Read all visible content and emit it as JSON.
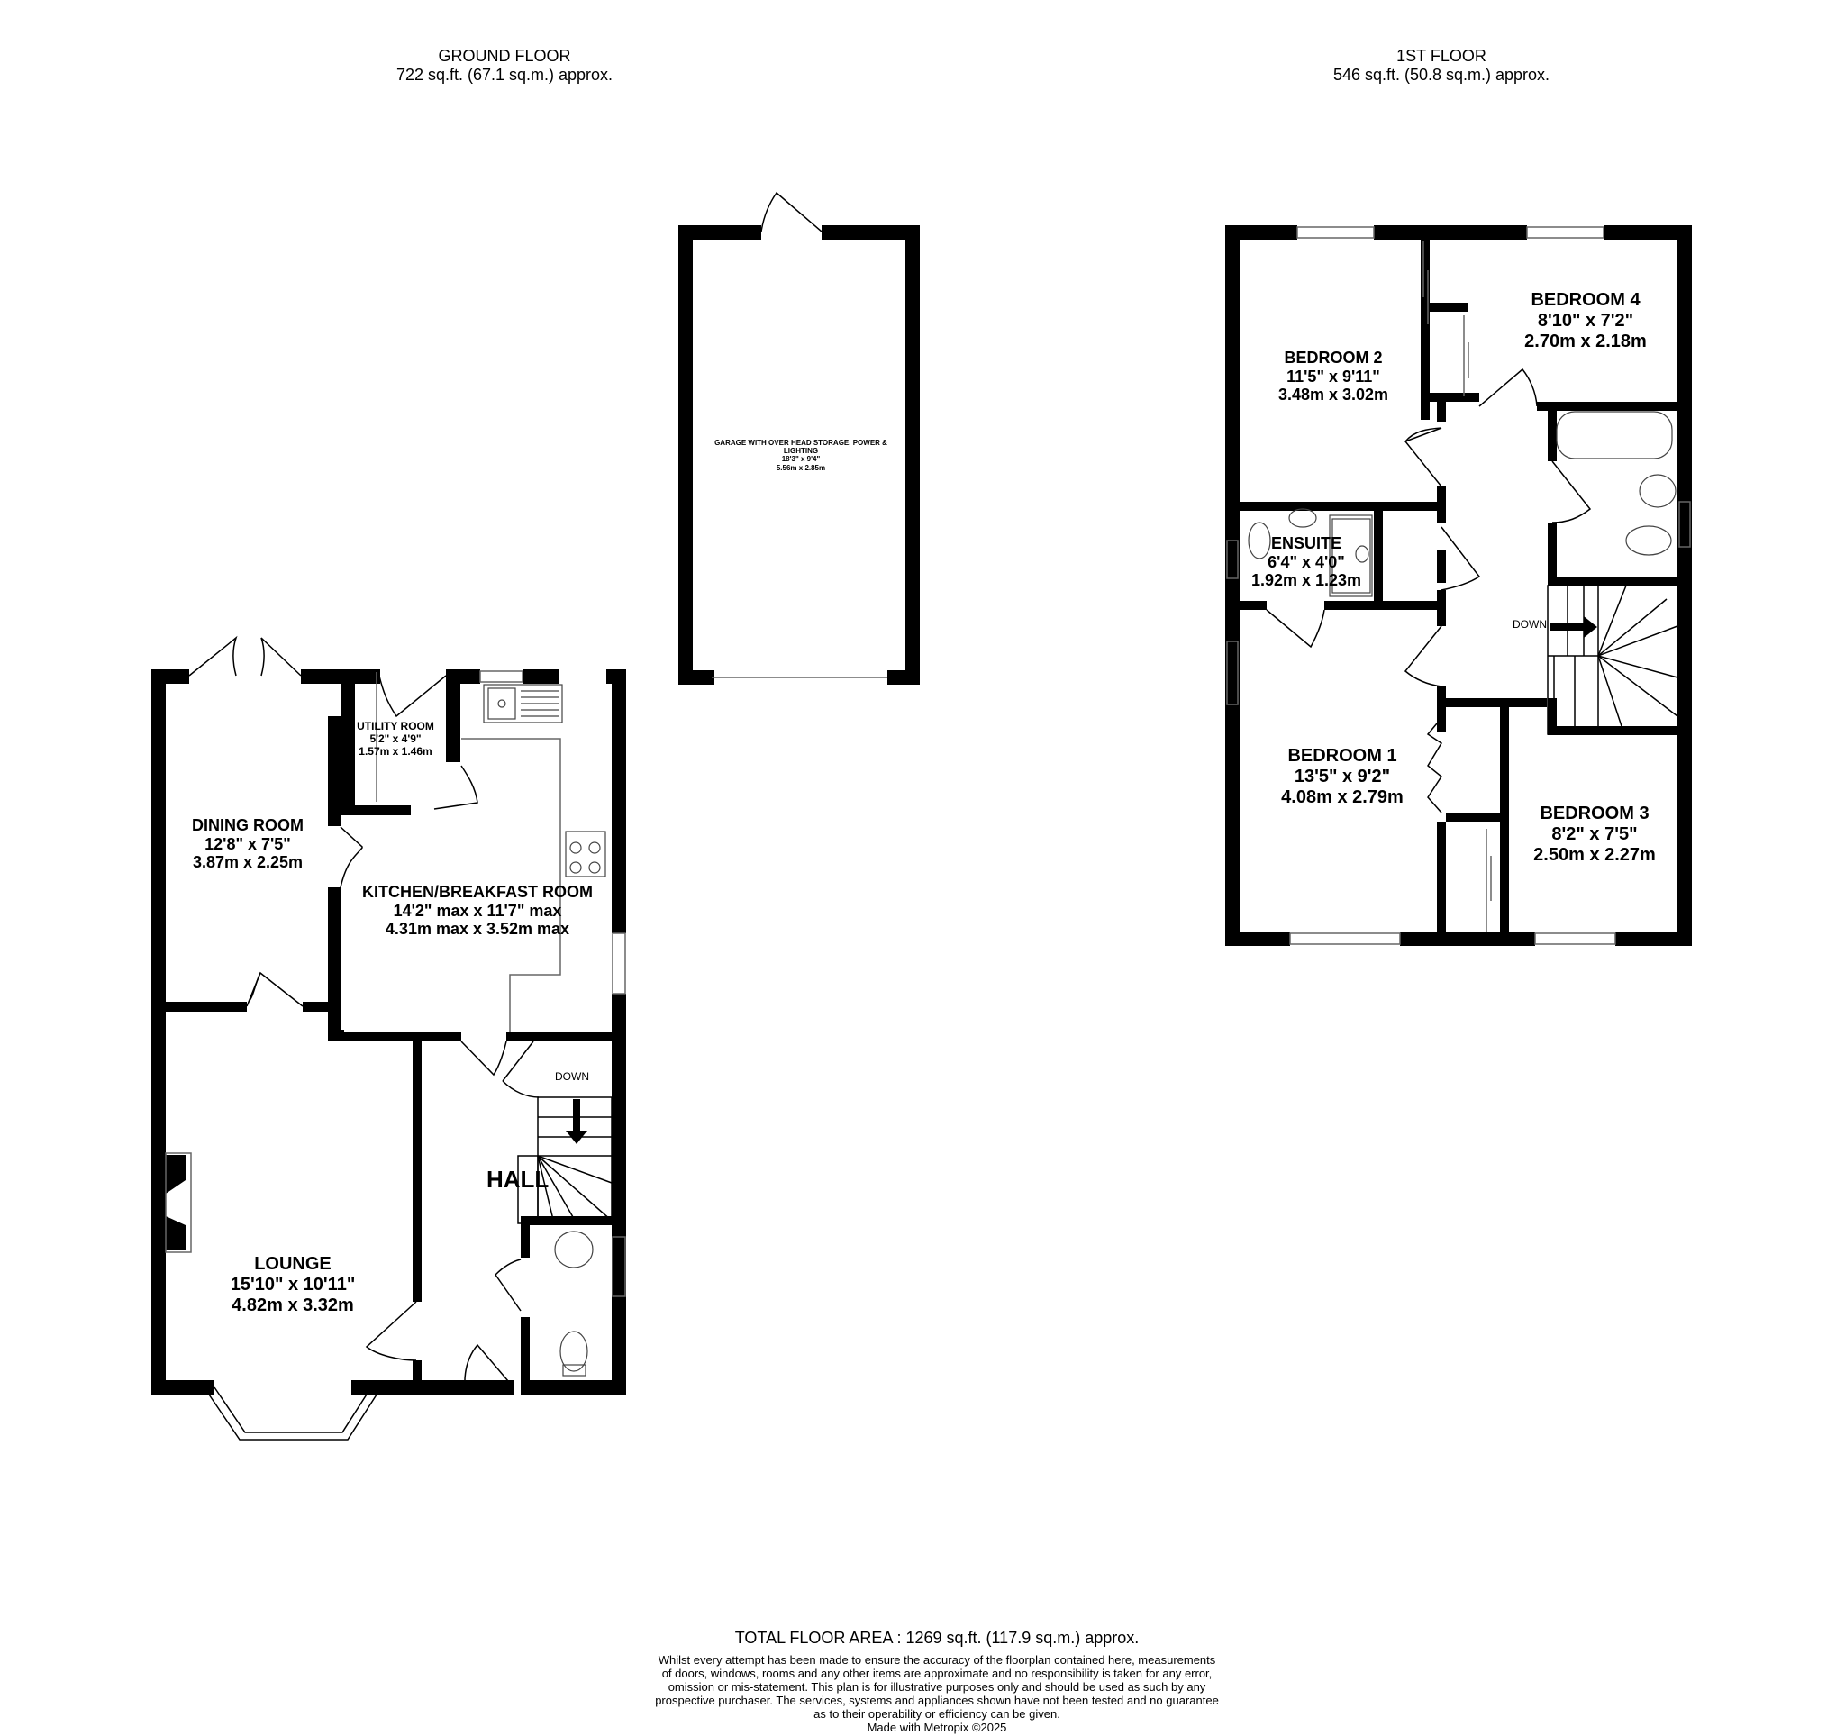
{
  "ground_floor": {
    "title": "GROUND FLOOR",
    "area": "722 sq.ft. (67.1 sq.m.) approx.",
    "rooms": {
      "garage": {
        "name": "GARAGE WITH OVER HEAD STORAGE, POWER & LIGHTING",
        "imperial": "18'3\"  x 9'4\"",
        "metric": "5.56m  x 2.85m"
      },
      "utility": {
        "name": "UTILITY ROOM",
        "imperial": "5'2\"  x 4'9\"",
        "metric": "1.57m  x 1.46m"
      },
      "dining": {
        "name": "DINING ROOM",
        "imperial": "12'8\"  x 7'5\"",
        "metric": "3.87m  x 2.25m"
      },
      "kitchen": {
        "name": "KITCHEN/BREAKFAST ROOM",
        "imperial": "14'2\" max x 11'7\" max",
        "metric": "4.31m max x 3.52m max"
      },
      "lounge": {
        "name": "LOUNGE",
        "imperial": "15'10\"  x 10'11\"",
        "metric": "4.82m  x 3.32m"
      },
      "hall": {
        "name": "HALL"
      }
    },
    "stairs_label": "DOWN"
  },
  "first_floor": {
    "title": "1ST FLOOR",
    "area": "546 sq.ft. (50.8 sq.m.) approx.",
    "rooms": {
      "bedroom2": {
        "name": "BEDROOM 2",
        "imperial": "11'5\"  x 9'11\"",
        "metric": "3.48m  x 3.02m"
      },
      "bedroom4": {
        "name": "BEDROOM 4",
        "imperial": "8'10\"  x 7'2\"",
        "metric": "2.70m  x 2.18m"
      },
      "ensuite": {
        "name": "ENSUITE",
        "imperial": "6'4\"  x 4'0\"",
        "metric": "1.92m  x 1.23m"
      },
      "bedroom1": {
        "name": "BEDROOM 1",
        "imperial": "13'5\"  x 9'2\"",
        "metric": "4.08m  x 2.79m"
      },
      "bedroom3": {
        "name": "BEDROOM 3",
        "imperial": "8'2\"  x 7'5\"",
        "metric": "2.50m  x 2.27m"
      }
    },
    "stairs_label": "DOWN"
  },
  "footer": {
    "total_area": "TOTAL FLOOR AREA : 1269 sq.ft. (117.9 sq.m.) approx.",
    "disclaimer_lines": [
      "Whilst every attempt has been made to ensure the accuracy of the floorplan contained here, measurements",
      "of doors, windows, rooms and any other items are approximate and no responsibility is taken for any error,",
      "omission or mis-statement. This plan is for illustrative purposes only and should be used as such by any",
      "prospective purchaser. The services, systems and appliances shown have not been tested and no guarantee",
      "as to their operability or efficiency can be given."
    ],
    "credit": "Made with Metropix ©2025"
  },
  "colors": {
    "wall": "#000000",
    "background": "#ffffff",
    "fixture": "#555555"
  }
}
